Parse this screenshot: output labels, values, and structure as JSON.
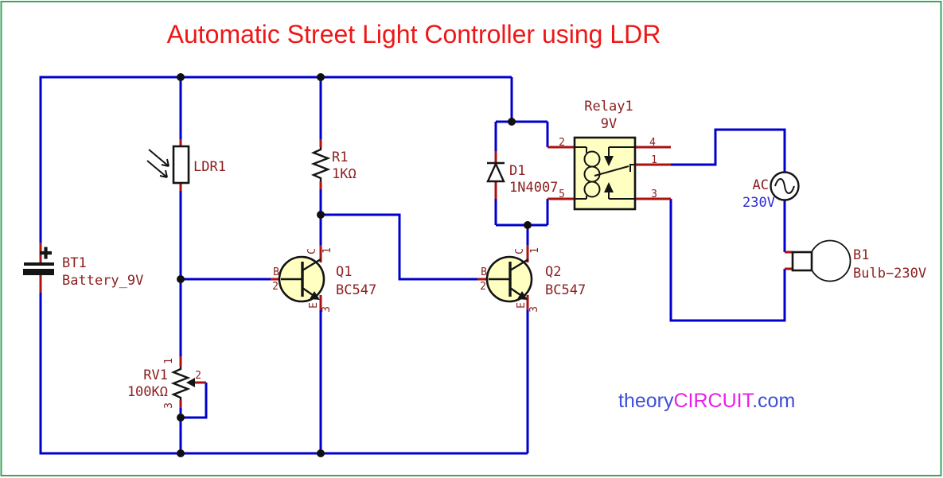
{
  "title": "Automatic Street Light Controller using LDR",
  "watermark": {
    "theory": "theory",
    "circuit": "CIRCUIT",
    "com": ".com"
  },
  "components": {
    "battery": {
      "ref": "BT1",
      "value": "Battery_9V"
    },
    "ldr": {
      "ref": "LDR1"
    },
    "r1": {
      "ref": "R1",
      "value": "1KΩ"
    },
    "rv1": {
      "ref": "RV1",
      "value": "100KΩ",
      "pin1": "1",
      "pin2": "2",
      "pin3": "3"
    },
    "q1": {
      "ref": "Q1",
      "value": "BC547",
      "pin_c": "C",
      "pin_b": "B",
      "pin_e": "E",
      "num_c": "1",
      "num_b": "2",
      "num_e": "3"
    },
    "q2": {
      "ref": "Q2",
      "value": "BC547",
      "pin_c": "C",
      "pin_b": "B",
      "pin_e": "E",
      "num_c": "1",
      "num_b": "2",
      "num_e": "3"
    },
    "d1": {
      "ref": "D1",
      "value": "1N4007"
    },
    "relay": {
      "ref": "Relay1",
      "value": "9V",
      "pin1": "1",
      "pin2": "2",
      "pin3": "3",
      "pin4": "4",
      "pin5": "5"
    },
    "ac_source": {
      "ref": "AC",
      "value": "230V"
    },
    "bulb": {
      "ref": "B1",
      "value": "Bulb−230V"
    }
  },
  "colors": {
    "wire_blue": "#0000cd",
    "pin_red": "#a81212",
    "label_dark_red": "#8c2020",
    "component_fill_yellow": "#ffffc2",
    "frame_green": "#3aa55c",
    "title_red": "#ee1717",
    "watermark_blue": "#3d4ed8",
    "watermark_magenta": "#e91ee9",
    "ac_value_blue": "#2a2ad0"
  }
}
